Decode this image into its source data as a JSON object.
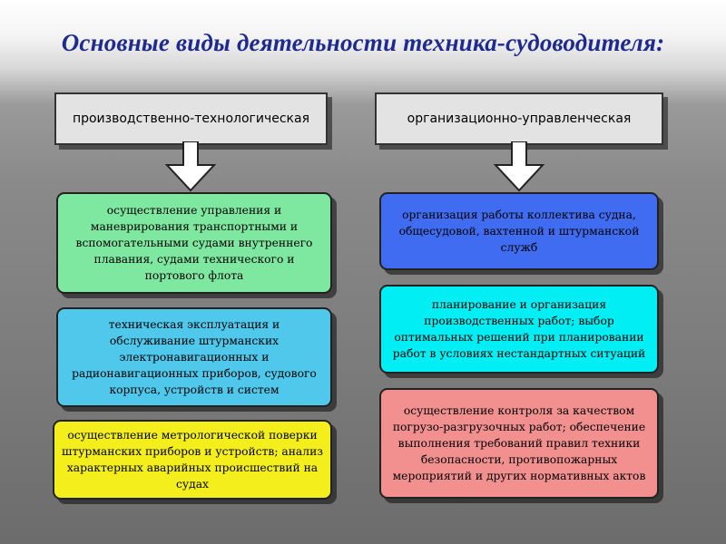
{
  "title": "Основные виды деятельности техника-судоводителя:",
  "left_column": {
    "header": "производственно-технологическая",
    "boxes": [
      {
        "text": "осуществление управления и маневрирования транспортными и вспомогательными судами внутреннего плавания, судами технического и портового флота",
        "color": "#7fe8a0"
      },
      {
        "text": "техническая эксплуатация и обслуживание штурманских электронавигационных и радионавигационных приборов, судового корпуса, устройств и систем",
        "color": "#4fc8ec"
      },
      {
        "text": "осуществление метрологической поверки штурманских приборов и устройств; анализ характерных аварийных происшествий на судах",
        "color": "#f4ee1c"
      }
    ]
  },
  "right_column": {
    "header": "организационно-управленческая",
    "boxes": [
      {
        "text": "организация работы коллектива судна, общесудовой, вахтенной и штурманской служб",
        "color": "#3f6cf0"
      },
      {
        "text": "планирование и организация производственных работ; выбор оптимальных решений при планировании работ в условиях нестандартных ситуаций",
        "color": "#00eef4"
      },
      {
        "text": "осуществление контроля за качеством погрузо-разгрузочных работ; обеспечение выполнения требований правил техники безопасности, противопожарных мероприятий и других нормативных актов",
        "color": "#f29090"
      }
    ]
  },
  "colors": {
    "title": "#1e2a8e",
    "header_bg": "#e3e3e3",
    "arrow_fill": "#ffffff"
  },
  "icons": [
    "down-arrow-icon"
  ]
}
